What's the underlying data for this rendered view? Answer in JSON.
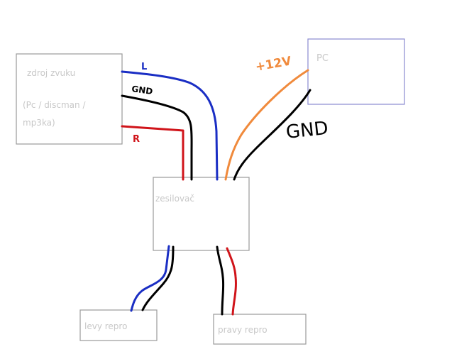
{
  "boxes": {
    "source": {
      "line1": "zdroj zvuku",
      "line2": "(Pc / discman /",
      "line3": "mp3ka)"
    },
    "pc": {
      "label": "PC"
    },
    "amplifier": {
      "label": "zesilovač"
    },
    "left_speaker": {
      "label": "levy repro"
    },
    "right_speaker": {
      "label": "pravy repro"
    }
  },
  "wire_labels": {
    "left": "L",
    "gnd_source": "GND",
    "right": "R",
    "plus12v": "+12V",
    "gnd_pc": "GND"
  },
  "colors": {
    "blue": "#1a2ec4",
    "black": "#000000",
    "red": "#d0141a",
    "orange": "#f08a3c",
    "box_border": "#9a9a9a",
    "pc_border": "#8a8ad0",
    "box_text": "#c8c8c8"
  }
}
